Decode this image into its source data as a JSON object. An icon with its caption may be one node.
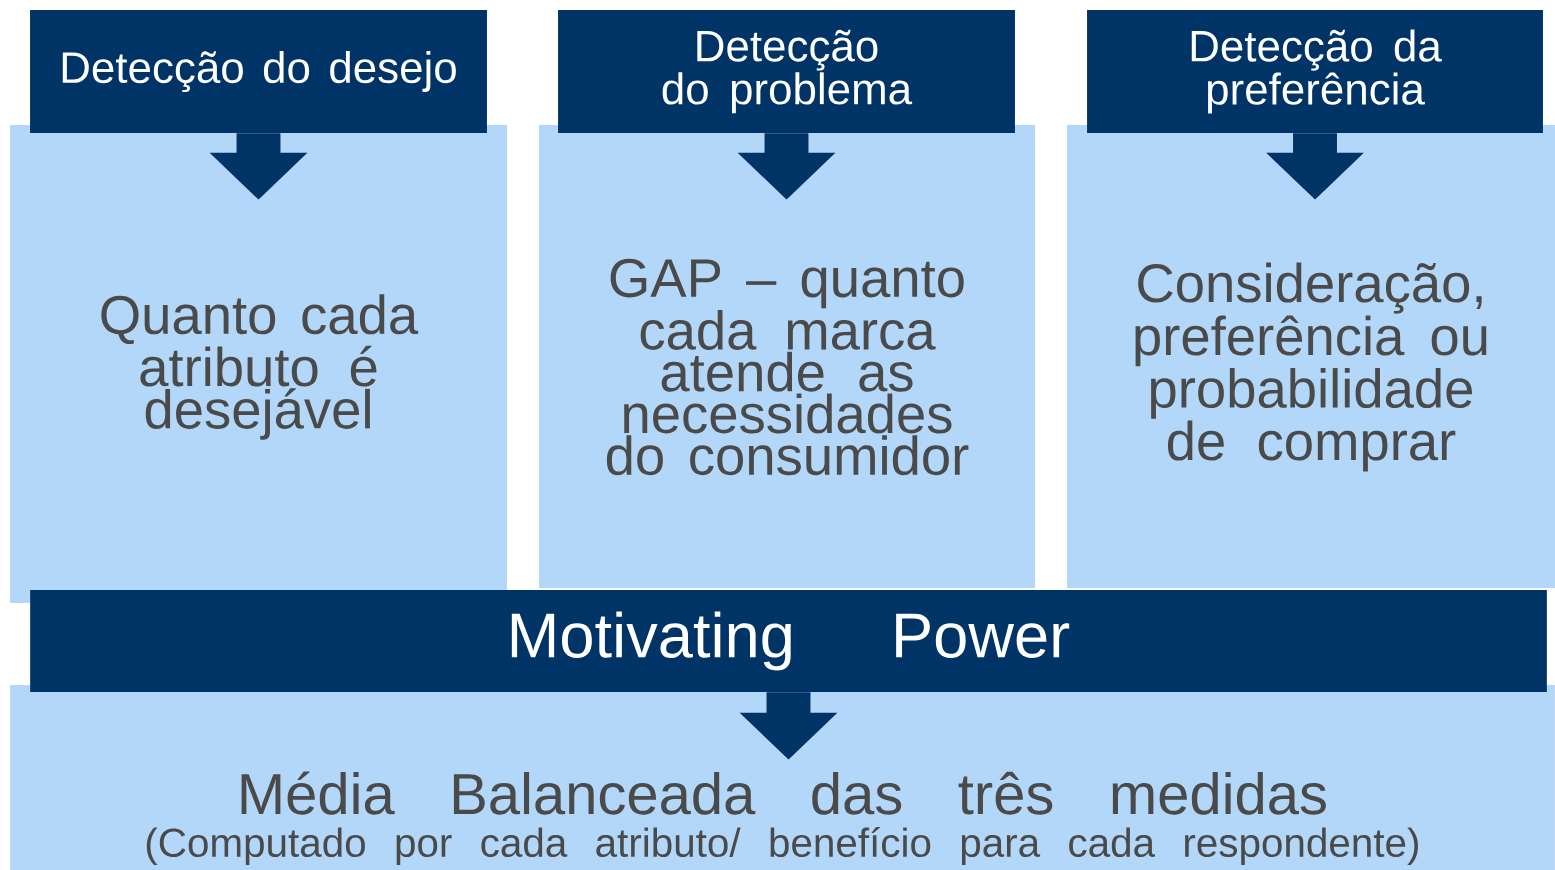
{
  "diagram": {
    "nodes": [
      {
        "text": [
          "Detecção do desejo"
        ]
      },
      {
        "text": [
          "Quanto cada atributo é desejável"
        ]
      },
      {
        "text": [
          "Detecção do problema"
        ]
      },
      {
        "text": [
          "GAP – quanto cada marca atende as necessidades do consumidor"
        ]
      },
      {
        "text": [
          "Detecção da preferência"
        ]
      },
      {
        "text": [
          "Consideração, preferência ou probabilidade de comprar"
        ]
      },
      {
        "text": [
          "Motivating Power"
        ]
      },
      {
        "text": [
          "Média Balanceada das três medidas",
          "(Computado por cada atributo/ benefício para cada respondente)"
        ]
      }
    ],
    "edges": [
      {
        "from": 0,
        "to": 1,
        "arrow": "to"
      },
      {
        "from": 2,
        "to": 3,
        "arrow": "to"
      },
      {
        "from": 4,
        "to": 5,
        "arrow": "to"
      },
      {
        "from": 6,
        "to": 7,
        "arrow": "to"
      }
    ]
  }
}
